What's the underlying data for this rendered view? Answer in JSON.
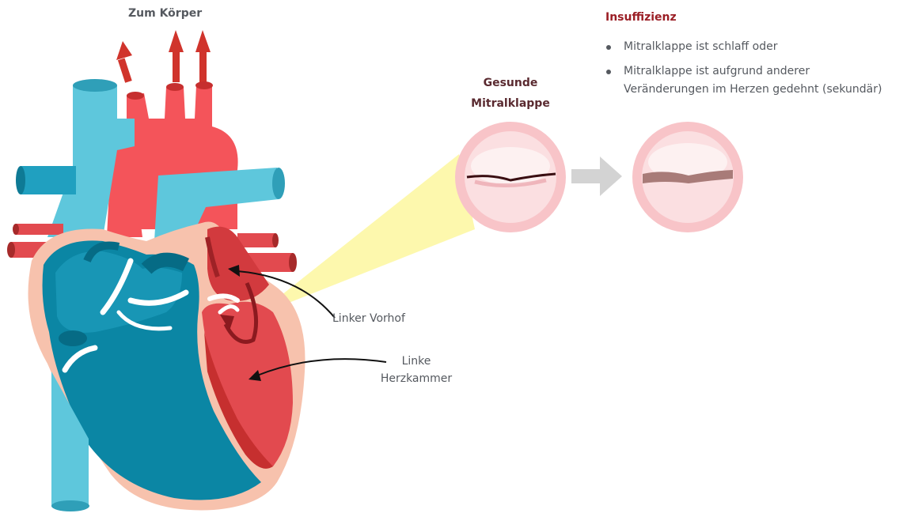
{
  "heart": {
    "to_body_label": "Zum Körper",
    "left_atrium_label": "Linker Vorhof",
    "left_ventricle_label_line1": "Linke",
    "left_ventricle_label_line2": "Herzkammer"
  },
  "valve": {
    "healthy_title_line1": "Gesunde",
    "healthy_title_line2": "Mitralklappe"
  },
  "insufficiency": {
    "heading": "Insuffizienz",
    "bullet_1": "Mitralklappe ist schlaff oder",
    "bullet_2_line1": "Mitralklappe ist aufgrund anderer",
    "bullet_2_line2": "Veränderungen im Herzen gedehnt (sekundär)"
  },
  "colors": {
    "deoxygenated_blue": "#5ec7dc",
    "dark_blue": "#0b86a4",
    "oxygenated_red": "#f4545a",
    "dark_red": "#c62f2f",
    "pericardium_peach": "#f7c2ad",
    "highlight_yellow": "#fdf7a4",
    "arrow_gray": "#d3d3d3",
    "valve_pink": "#fbd9dc"
  }
}
